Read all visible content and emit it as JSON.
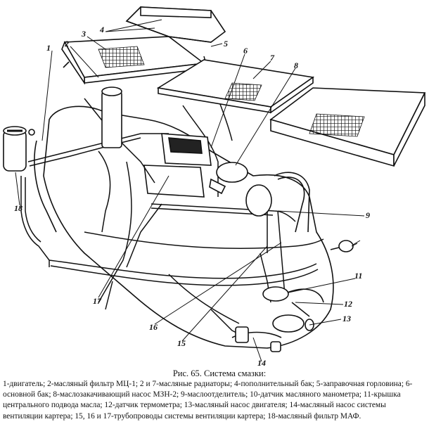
{
  "figure": {
    "callouts": [
      "1",
      "2",
      "3",
      "4",
      "5",
      "6",
      "7",
      "8",
      "9",
      "11",
      "12",
      "13",
      "14",
      "15",
      "16",
      "17",
      "18"
    ]
  },
  "caption": {
    "title": "Рис. 65. Система смазки:",
    "text": "1-двигатель; 2-масляный фильтр МЦ-1; 2 и 7-масляные радиаторы; 4-пополнительный бак; 5-заправочная горловина; 6-основной бак; 8-маслозакачивающий насос МЗН-2; 9-маслоотделитель; 10-датчик масляного манометра; 11-крышка центрального подвода масла; 12-датчик термометра; 13-масляный насос двигателя; 14-масляный насос системы вентиляции картера; 15, 16 и 17-трубопроводы системы вентиляции картера; 18-масляный фильтр МАФ."
  }
}
